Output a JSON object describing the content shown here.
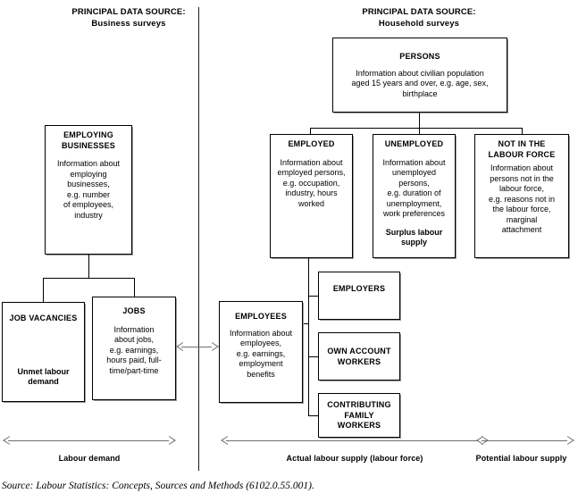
{
  "headers": {
    "left": "PRINCIPAL DATA SOURCE:\nBusiness surveys",
    "right": "PRINCIPAL DATA SOURCE:\nHousehold surveys"
  },
  "boxes": {
    "persons": {
      "title": "PERSONS",
      "body": "Information about civilian population\naged 15 years and over, e.g. age, sex,\nbirthplace"
    },
    "employing_businesses": {
      "title": "EMPLOYING\nBUSINESSES",
      "body": "Information about\nemploying\nbusinesses,\ne.g. number\nof employees,\nindustry"
    },
    "employed": {
      "title": "EMPLOYED",
      "body": "Information about\nemployed persons,\ne.g. occupation,\nindustry, hours\nworked"
    },
    "unemployed": {
      "title": "UNEMPLOYED",
      "body": "Information about\nunemployed\npersons,\ne.g. duration of\nunemployment,\nwork preferences",
      "note": "Surplus labour\nsupply"
    },
    "not_in_labour_force": {
      "title": "NOT IN THE\nLABOUR FORCE",
      "body": "Information about\npersons not in the\nlabour force,\ne.g. reasons not in\nthe labour force,\nmarginal\nattachment"
    },
    "job_vacancies": {
      "title": "JOB VACANCIES",
      "note": "Unmet labour\ndemand"
    },
    "jobs": {
      "title": "JOBS",
      "body": "Information\nabout jobs,\ne.g. earnings,\nhours paid, full-\ntime/part-time"
    },
    "employees": {
      "title": "EMPLOYEES",
      "body": "Information about\nemployees,\ne.g. earnings,\nemployment\nbenefits"
    },
    "employers": {
      "title": "EMPLOYERS"
    },
    "own_account_workers": {
      "title": "OWN ACCOUNT\nWORKERS"
    },
    "contributing_family_workers": {
      "title": "CONTRIBUTING\nFAMILY\nWORKERS"
    }
  },
  "measures": {
    "labour_demand": "Labour demand",
    "actual_labour_supply": "Actual labour supply (labour force)",
    "potential_labour_supply": "Potential labour supply"
  },
  "source": "Source: Labour Statistics: Concepts, Sources and Methods (6102.0.55.001).",
  "colors": {
    "line": "#000000",
    "arrow": "#6d6d6d",
    "shadow": "#9a9a9a",
    "background": "#ffffff"
  }
}
